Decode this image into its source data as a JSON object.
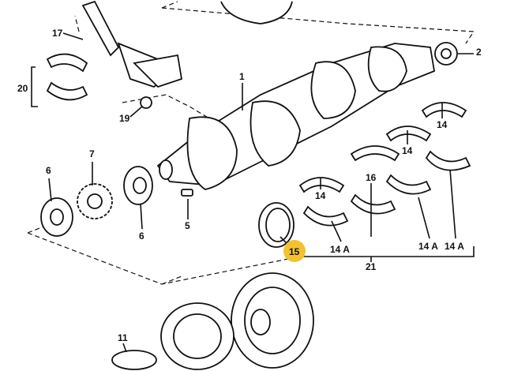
{
  "diagram": {
    "highlight_color": "#f2c230",
    "labels": {
      "p17": "17",
      "p20": "20",
      "p19": "19",
      "p1": "1",
      "p2": "2",
      "p14_a": "14",
      "p14_b": "14",
      "p14_c": "14",
      "p7": "7",
      "p6_a": "6",
      "p6_b": "6",
      "p16": "16",
      "p5": "5",
      "p14A_a": "14 A",
      "p14A_b": "14 A",
      "p14A_c": "14 A",
      "p21": "21",
      "p15": "15",
      "p11": "11"
    }
  }
}
